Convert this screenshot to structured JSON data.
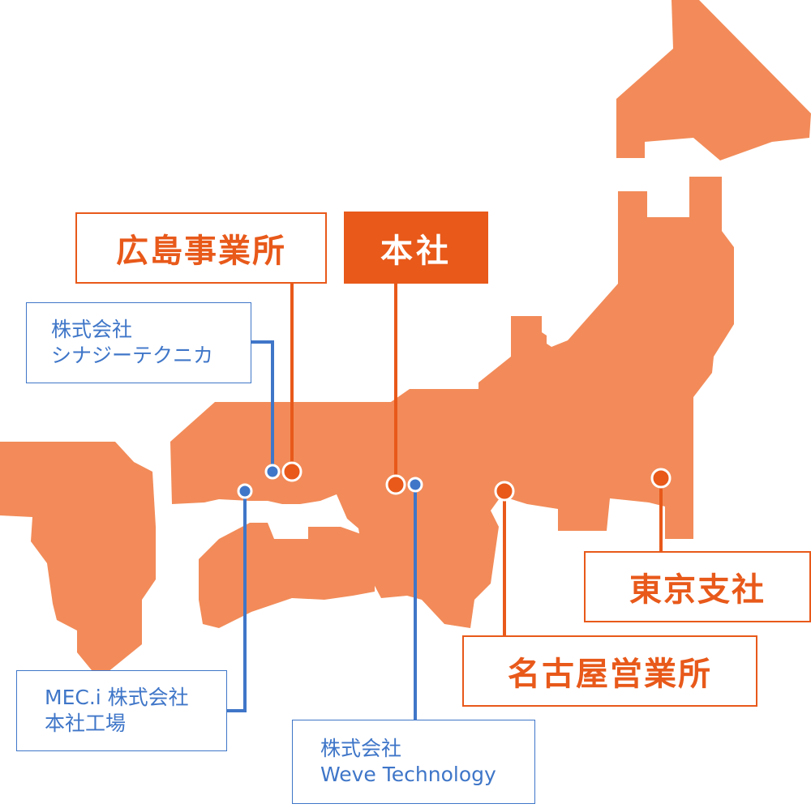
{
  "colors": {
    "land": "#f28b59",
    "office": "#e8591a",
    "partner": "#3f76c8",
    "background": "#ffffff"
  },
  "offices": {
    "hiroshima": {
      "label": "広島事業所"
    },
    "honsha": {
      "label": "本社"
    },
    "tokyo": {
      "label": "東京支社"
    },
    "nagoya": {
      "label": "名古屋営業所"
    }
  },
  "partners": {
    "synergy": {
      "line1": "株式会社",
      "line2": "シナジーテクニカ"
    },
    "meci": {
      "line1": "MEC.i 株式会社",
      "line2": "本社工場"
    },
    "weve": {
      "line1": "株式会社",
      "line2": "Weve Technology"
    }
  }
}
